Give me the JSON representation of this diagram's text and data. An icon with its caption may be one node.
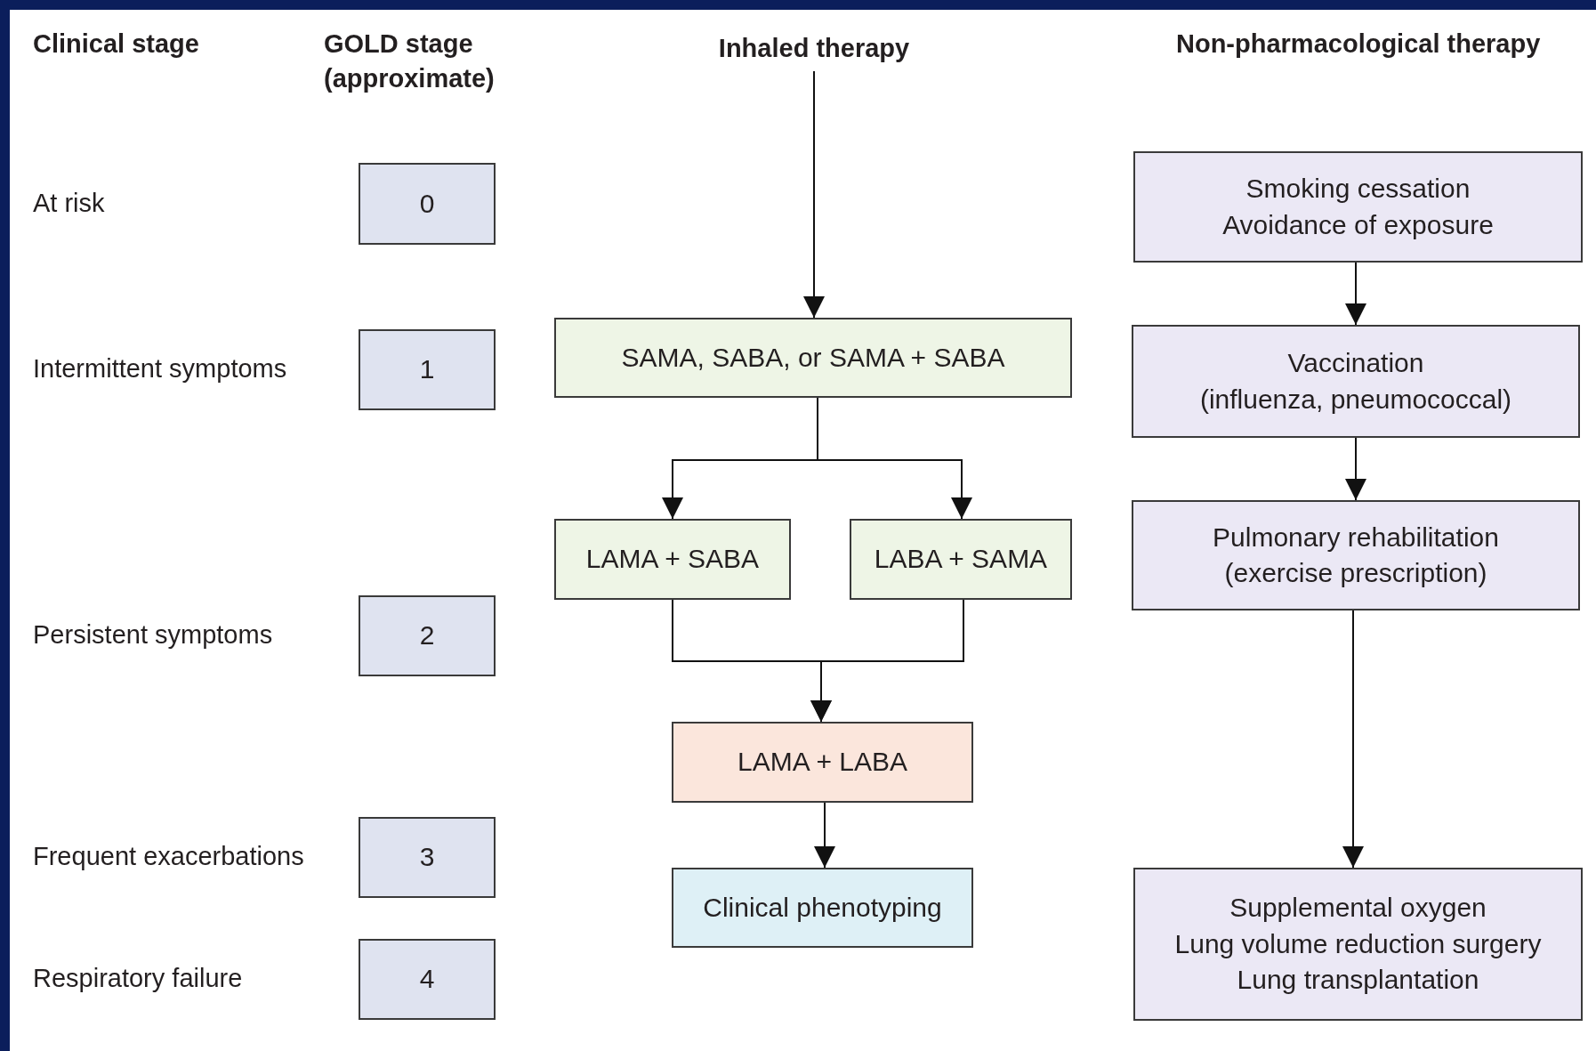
{
  "diagram": {
    "nodes": [
      {
        "text": [
          "Inhaled therapy"
        ]
      },
      {
        "text": [
          "0"
        ]
      },
      {
        "text": [
          "Smoking cessation",
          "Avoidance of exposure"
        ]
      },
      {
        "text": [
          "1"
        ]
      },
      {
        "text": [
          "SAMA, SABA, or SAMA + SABA"
        ]
      },
      {
        "text": [
          "Vaccination",
          "(influenza, pneumococcal)"
        ]
      },
      {
        "text": [
          "LAMA + SABA"
        ]
      },
      {
        "text": [
          "LABA + SAMA"
        ]
      },
      {
        "text": [
          "Pulmonary rehabilitation",
          "(exercise prescription)"
        ]
      },
      {
        "text": [
          "2"
        ]
      },
      {
        "text": [
          "LAMA + LABA"
        ]
      },
      {
        "text": [
          "3"
        ]
      },
      {
        "text": [
          "Clinical phenotyping"
        ]
      },
      {
        "text": [
          "Supplemental oxygen",
          "Lung volume reduction surgery",
          "Lung transplantation"
        ]
      },
      {
        "text": [
          "4"
        ]
      }
    ],
    "edges": [
      {
        "from": 0,
        "to": 4,
        "arrow": "to"
      },
      {
        "from": 4,
        "to": 6,
        "arrow": "to"
      },
      {
        "from": 4,
        "to": 7,
        "arrow": "to"
      },
      {
        "from": 6,
        "to": 10,
        "arrow": "to"
      },
      {
        "from": 7,
        "to": 10,
        "arrow": "to"
      },
      {
        "from": 10,
        "to": 12,
        "arrow": "to"
      },
      {
        "from": 2,
        "to": 5,
        "arrow": "to"
      },
      {
        "from": 5,
        "to": 8,
        "arrow": "to"
      },
      {
        "from": 8,
        "to": 13,
        "arrow": "to"
      }
    ],
    "labels": [
      "Clinical stage",
      "GOLD stage (approximate)",
      "Non-pharmacological therapy",
      "At risk",
      "Intermittent symptoms",
      "Persistent symptoms",
      "Frequent exacerbations",
      "Respiratory failure"
    ]
  }
}
